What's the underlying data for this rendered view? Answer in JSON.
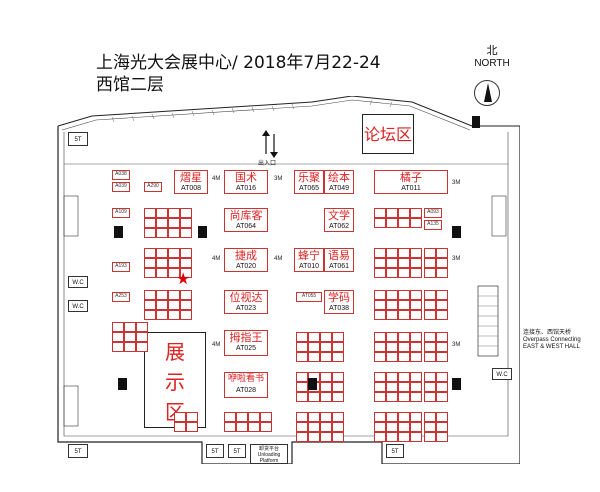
{
  "title": {
    "line1": "上海光大会展中心/ 2018年7月22-24",
    "line2": "西馆二层"
  },
  "compass": {
    "cn": "北",
    "en": "NORTH"
  },
  "areas": {
    "forum": "论坛区",
    "exhibit_1": "展",
    "exhibit_2": "示",
    "exhibit_3": "区",
    "entrance": "出入口"
  },
  "booths": [
    {
      "name": "熠星",
      "code": "AT008"
    },
    {
      "name": "国术",
      "code": "AT016"
    },
    {
      "name": "乐聚",
      "code": "AT065"
    },
    {
      "name": "绘本",
      "code": "AT049"
    },
    {
      "name": "橘子",
      "code": "AT011"
    },
    {
      "name": "尚库客",
      "code": "AT064"
    },
    {
      "name": "文学",
      "code": "AT062"
    },
    {
      "name": "捷成",
      "code": "AT020"
    },
    {
      "name": "蜂宁",
      "code": "AT010"
    },
    {
      "name": "语易",
      "code": "AT061"
    },
    {
      "name": "位视达",
      "code": "AT023"
    },
    {
      "name": "学码",
      "code": "AT038"
    },
    {
      "name": "拇指王",
      "code": "AT025"
    },
    {
      "name": "咿啦看书",
      "code": "AT028"
    }
  ],
  "small_codes": {
    "c1": "A038",
    "c2": "A039",
    "c3": "A290",
    "c4": "A109",
    "c5": "A193",
    "c6": "A253",
    "c7": "AT055",
    "c8": "A093",
    "c9": "A135"
  },
  "services": {
    "wc1": "W.C",
    "wc2": "W.C",
    "wc3": "W.C",
    "t1": "5T",
    "t2": "5T",
    "t3": "5T",
    "t4": "5T",
    "t5": "5T",
    "unload_cn": "卸货平台",
    "unload_en1": "Unloading",
    "unload_en2": "Platform"
  },
  "overpass": {
    "cn": "连接东、西馆天桥",
    "en1": "Overpass Connecting",
    "en2": "EAST & WEST HALL"
  },
  "dims": {
    "d1": "4M",
    "d2": "3M",
    "d3": "4M",
    "d4": "4M",
    "d5": "3M",
    "d6": "3M",
    "d7": "4M",
    "d8": "3M"
  }
}
